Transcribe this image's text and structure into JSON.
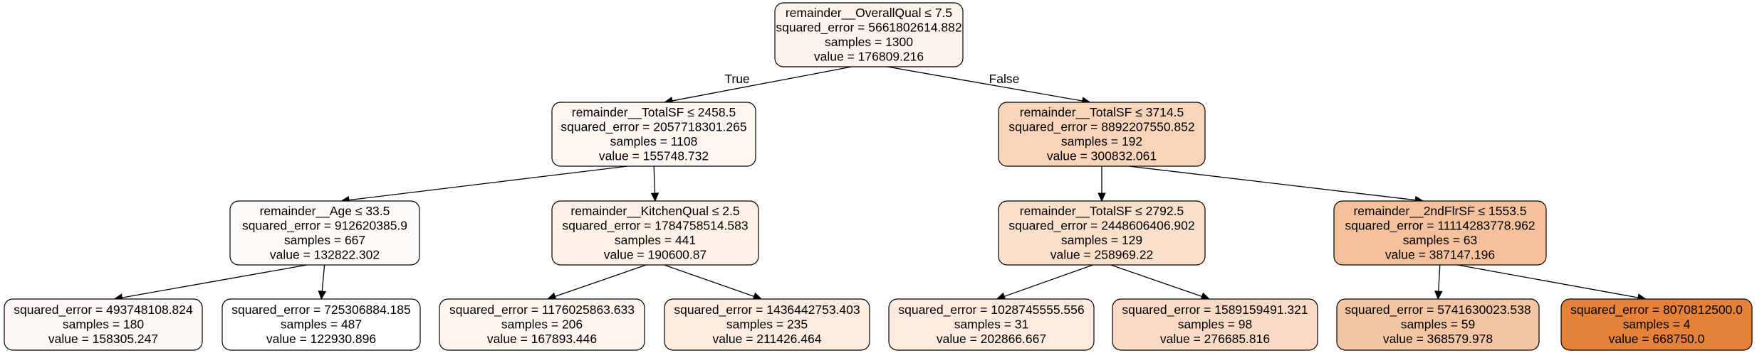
{
  "diagram": {
    "type": "decision-tree",
    "nodes": [
      {
        "id": "n0",
        "fill": "#fdf3ea",
        "lines": [
          "remainder__OverallQual ≤ 7.5",
          "squared_error = 5661802614.882",
          "samples = 1300",
          "value = 176809.216"
        ]
      },
      {
        "id": "n1",
        "fill": "#fef7f1",
        "lines": [
          "remainder__TotalSF ≤ 2458.5",
          "squared_error = 2057718301.265",
          "samples = 1108",
          "value = 155748.732"
        ]
      },
      {
        "id": "n2",
        "fill": "#fefbf8",
        "lines": [
          "remainder__Age ≤ 33.5",
          "squared_error = 912620385.9",
          "samples = 667",
          "value = 132822.302"
        ]
      },
      {
        "id": "n3",
        "fill": "#fdf8f3",
        "lines": [
          "squared_error = 493748108.824",
          "samples = 180",
          "value = 158305.247"
        ]
      },
      {
        "id": "n4",
        "fill": "#ffffff",
        "lines": [
          "squared_error = 725306884.185",
          "samples = 487",
          "value = 122930.896"
        ]
      },
      {
        "id": "n5",
        "fill": "#fdf1e7",
        "lines": [
          "remainder__KitchenQual ≤ 2.5",
          "squared_error = 1784758514.583",
          "samples = 441",
          "value = 190600.87"
        ]
      },
      {
        "id": "n6",
        "fill": "#fdf5ee",
        "lines": [
          "squared_error = 1176025863.633",
          "samples = 206",
          "value = 167893.446"
        ]
      },
      {
        "id": "n7",
        "fill": "#fcebdf",
        "lines": [
          "squared_error = 1436442753.403",
          "samples = 235",
          "value = 211426.464"
        ]
      },
      {
        "id": "n8",
        "fill": "#f8d5ba",
        "lines": [
          "remainder__TotalSF ≤ 3714.5",
          "squared_error = 8892207550.852",
          "samples = 192",
          "value = 300832.061"
        ]
      },
      {
        "id": "n9",
        "fill": "#fadfcb",
        "lines": [
          "remainder__TotalSF ≤ 2792.5",
          "squared_error = 2448606406.902",
          "samples = 129",
          "value = 258969.22"
        ]
      },
      {
        "id": "n10",
        "fill": "#fcebde",
        "lines": [
          "squared_error = 1028745555.556",
          "samples = 31",
          "value = 202866.667"
        ]
      },
      {
        "id": "n11",
        "fill": "#f9dac4",
        "lines": [
          "squared_error = 1589159491.321",
          "samples = 98",
          "value = 276685.816"
        ]
      },
      {
        "id": "n12",
        "fill": "#f5c19c",
        "lines": [
          "remainder__2ndFlrSF ≤ 1553.5",
          "squared_error = 11114283778.962",
          "samples = 63",
          "value = 387147.196"
        ]
      },
      {
        "id": "n13",
        "fill": "#f4c5a3",
        "lines": [
          "squared_error = 5741630023.538",
          "samples = 59",
          "value = 368579.978"
        ]
      },
      {
        "id": "n14",
        "fill": "#e58139",
        "lines": [
          "squared_error = 8070812500.0",
          "samples = 4",
          "value = 668750.0"
        ]
      }
    ],
    "edges": [
      {
        "from": "n0",
        "to": "n1",
        "label": "True"
      },
      {
        "from": "n0",
        "to": "n8",
        "label": "False"
      },
      {
        "from": "n1",
        "to": "n2",
        "label": ""
      },
      {
        "from": "n1",
        "to": "n5",
        "label": ""
      },
      {
        "from": "n2",
        "to": "n3",
        "label": ""
      },
      {
        "from": "n2",
        "to": "n4",
        "label": ""
      },
      {
        "from": "n5",
        "to": "n6",
        "label": ""
      },
      {
        "from": "n5",
        "to": "n7",
        "label": ""
      },
      {
        "from": "n8",
        "to": "n9",
        "label": ""
      },
      {
        "from": "n8",
        "to": "n12",
        "label": ""
      },
      {
        "from": "n9",
        "to": "n10",
        "label": ""
      },
      {
        "from": "n9",
        "to": "n11",
        "label": ""
      },
      {
        "from": "n12",
        "to": "n13",
        "label": ""
      },
      {
        "from": "n12",
        "to": "n14",
        "label": ""
      }
    ]
  }
}
